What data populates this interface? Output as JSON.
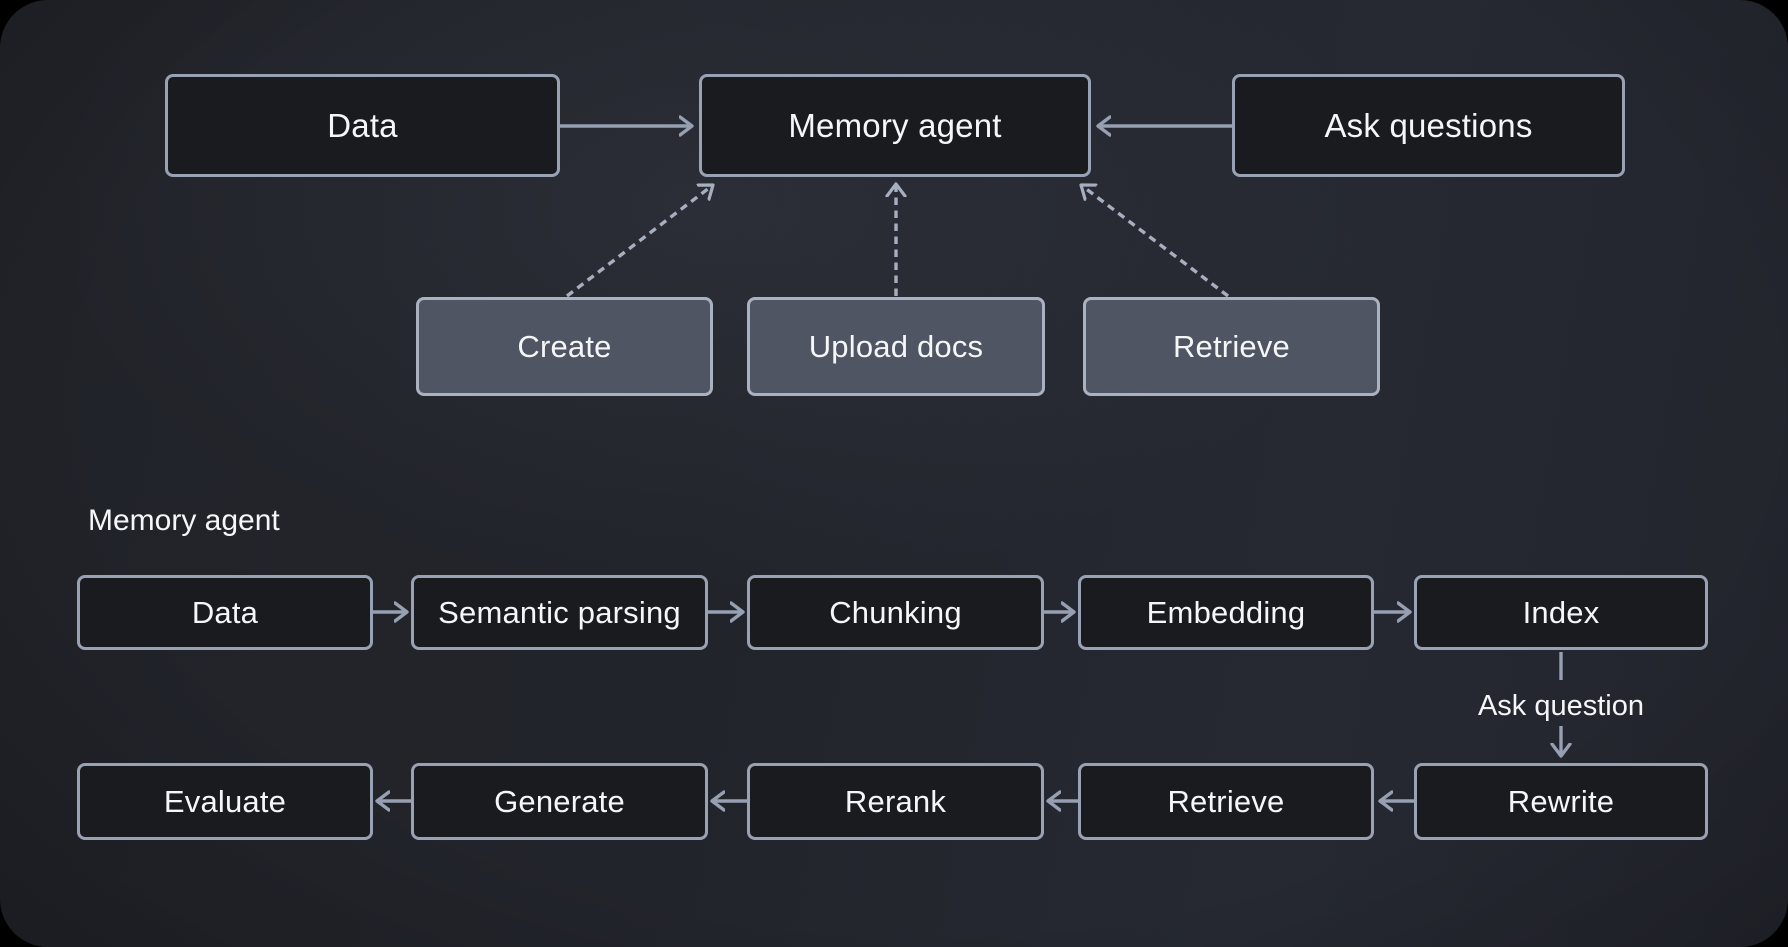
{
  "colors": {
    "bg-left": "#212329",
    "bg-right": "#262932",
    "box-dark": "#1a1b1f",
    "box-light": "#4f5562",
    "border": "#99a2b4",
    "border-light": "#aab2c2",
    "arrow": "#96a0b2",
    "arrow-dashed": "#a6aebf",
    "text": "#f5f6f8"
  },
  "overview": {
    "data": "Data",
    "memory_agent": "Memory agent",
    "ask_questions": "Ask questions",
    "create": "Create",
    "upload_docs": "Upload docs",
    "retrieve": "Retrieve"
  },
  "detail": {
    "section_label": "Memory agent",
    "ask_question": "Ask question",
    "row1": [
      "Data",
      "Semantic parsing",
      "Chunking",
      "Embedding",
      "Index"
    ],
    "row2": [
      "Evaluate",
      "Generate",
      "Rerank",
      "Retrieve",
      "Rewrite"
    ]
  }
}
